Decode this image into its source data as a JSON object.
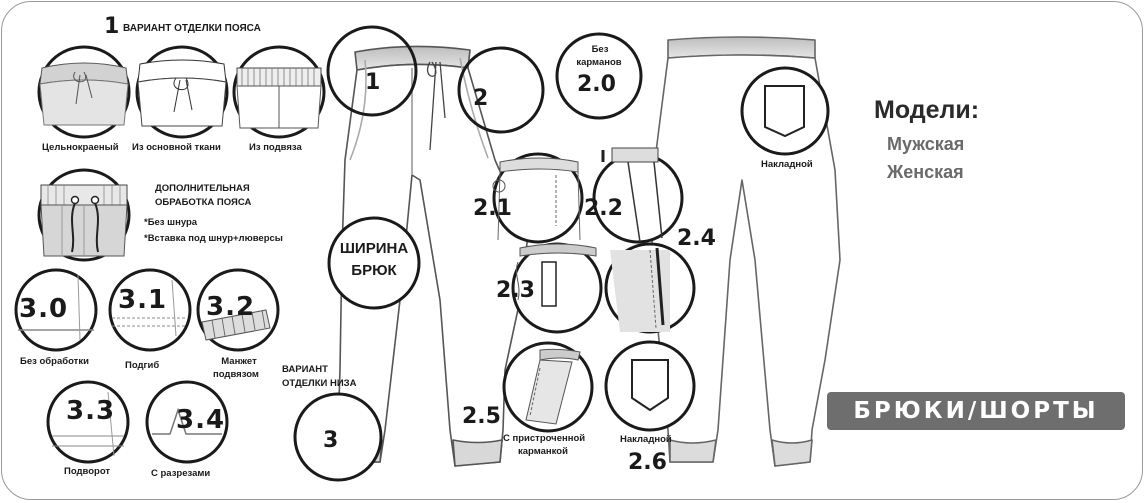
{
  "header": {
    "num": "1",
    "title": "ВАРИАНТ ОТДЕЛКИ ПОЯСА"
  },
  "waist": {
    "options": [
      "Цельнокраеный",
      "Из основной ткани",
      "Из подвяза"
    ],
    "extra_title_1": "ДОПОЛНИТЕЛЬНАЯ",
    "extra_title_2": "ОБРАБОТКА ПОЯСА",
    "extra_note_1": "*Без шнура",
    "extra_note_2": "*Вставка под шнур+люверсы"
  },
  "hem": {
    "title_1": "ВАРИАНТ",
    "title_2": "ОТДЕЛКИ НИЗА",
    "codes": [
      "3.0",
      "3.1",
      "3.2",
      "3.3",
      "3.4"
    ],
    "labels": [
      "Без обработки",
      "Подгиб",
      "Манжет",
      "подвязом",
      "Подворот",
      "С разрезами"
    ]
  },
  "pants": {
    "marker_1": "1",
    "marker_2": "2",
    "marker_3": "3",
    "width_label_1": "ШИРИНА",
    "width_label_2": "БРЮК"
  },
  "pockets": {
    "none_label_1": "Без",
    "none_label_2": "карманов",
    "none_code": "2.0",
    "codes": [
      "2.1",
      "2.2",
      "2.3",
      "2.4",
      "2.5",
      "2.6"
    ],
    "stitched_label_1": "С пристроченной",
    "stitched_label_2": "карманкой",
    "patch_label": "Накладной",
    "back_patch_label": "Накладной"
  },
  "models": {
    "title": "Модели:",
    "items": [
      "Мужская",
      "Женская"
    ]
  },
  "badge": {
    "text": "БРЮКИ/ШОРТЫ"
  }
}
